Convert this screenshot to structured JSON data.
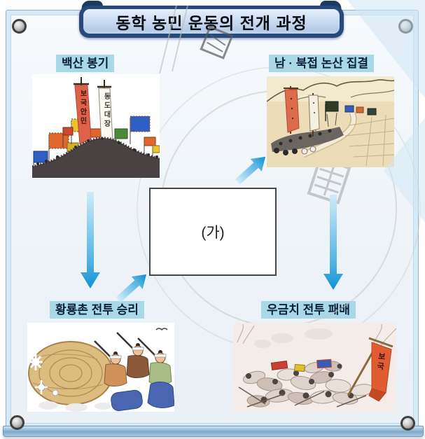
{
  "title": "동학 농민 운동의 전개 과정",
  "center_box_label": "(가)",
  "nodes": [
    {
      "id": "baeksan",
      "label": "백산 봉기",
      "banners": [
        "보국안민",
        "동도대장"
      ]
    },
    {
      "id": "nonsan",
      "label": "남 · 북접 논산 집결",
      "banners": []
    },
    {
      "id": "hwangryong",
      "label": "황룡촌 전투 승리",
      "banners": []
    },
    {
      "id": "ugeumchi",
      "label": "우금치 전투 패배",
      "banners": [
        "보국"
      ]
    }
  ],
  "edges": [
    {
      "from": "백산 봉기",
      "to": "황룡촌 전투 승리"
    },
    {
      "from": "황룡촌 전투 승리",
      "to": "(가)"
    },
    {
      "from": "(가)",
      "to": "남 · 북접 논산 집결"
    },
    {
      "from": "남 · 북접 논산 집결",
      "to": "우금치 전투 패배"
    }
  ],
  "colors": {
    "label_bg": "#a9d8e6",
    "arrow_tail": "#d3ecf8",
    "arrow_head": "#0f8fd2",
    "banner_frame": "#27497b",
    "banner_fill": "#c7d9f0",
    "board_frame": "#d7eaf5"
  }
}
